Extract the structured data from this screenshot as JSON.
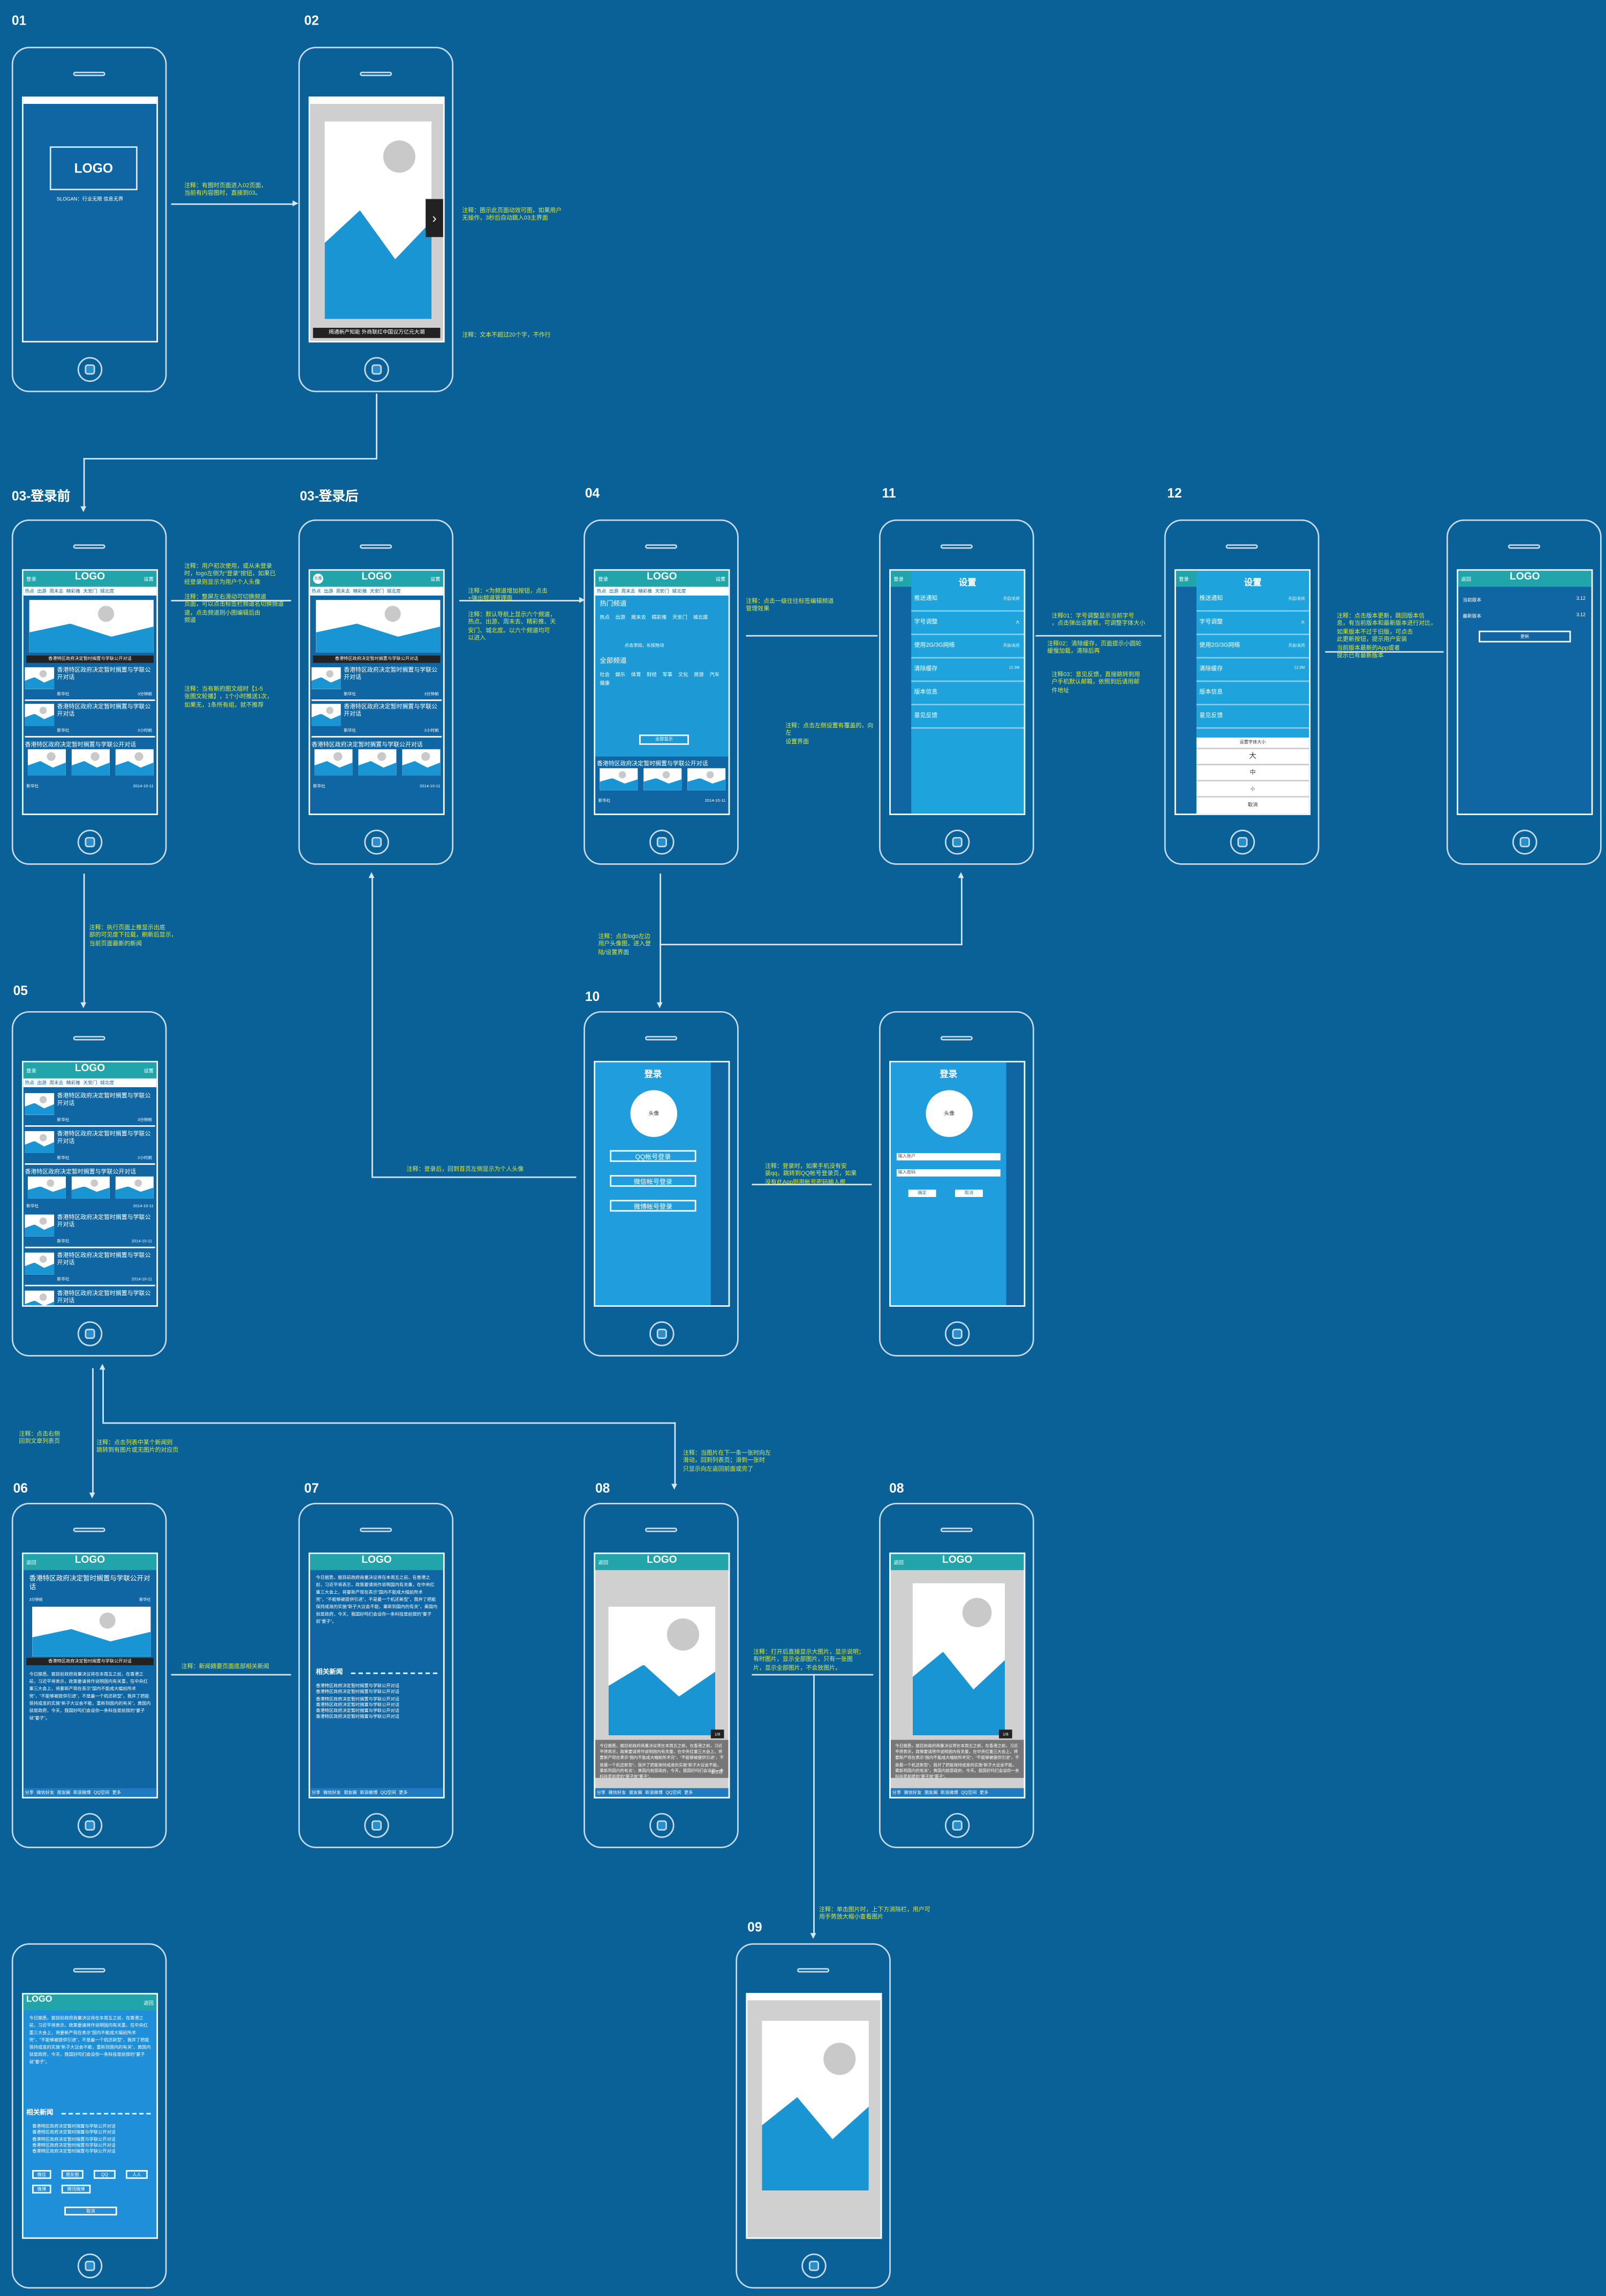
{
  "labels": {
    "s01": "01",
    "s02": "02",
    "s03a": "03-登录前",
    "s03b": "03-登录后",
    "s04": "04",
    "s11": "11",
    "s12": "12",
    "s05": "05",
    "s10": "10",
    "s06": "06",
    "s07": "07",
    "s08a": "08",
    "s08b": "08",
    "s09": "09"
  },
  "common": {
    "logo": "LOGO",
    "login": "登录",
    "settings": "设置",
    "back": "返回"
  },
  "splash": {
    "logo": "LOGO",
    "slogan": "SLOGAN：行业无限 信息无界"
  },
  "nav": [
    "热点",
    "出游",
    "周末去",
    "精彩推",
    "天安门",
    "城北度"
  ],
  "s02": {
    "caption": "揭通新产知能 外商联红中国议万亿元大潮"
  },
  "s03": {
    "banner_caption": "香港特区政府决定暂时搁置与学联公开对话",
    "row_title": "香港特区政府决定暂时搁置与学联公开对话",
    "row_source": "新华社",
    "row_dates": [
      "3分钟前",
      "2小时前"
    ],
    "block_date": "2014-10-11",
    "block_title": "香港特区政府决定暂时搁置与学联公开对话"
  },
  "s04": {
    "hot_title": "热门频道",
    "hot_items": [
      "热点",
      "出游",
      "周末去",
      "精彩推",
      "天安门",
      "城北度"
    ],
    "add_hint": "点击添加，长按拖动",
    "all_title": "全部频道",
    "all_items": [
      "社会",
      "娱乐",
      "体育",
      "财经",
      "军事",
      "文化",
      "旅游",
      "汽车",
      "健康"
    ],
    "btn": "全部显示"
  },
  "settings": {
    "title": "设置",
    "items": [
      {
        "label": "推送通知",
        "value": "开启/关闭"
      },
      {
        "label": "字号调整",
        "value": "大"
      },
      {
        "label": "使用2G/3G网络",
        "value": "开启/关闭"
      },
      {
        "label": "清除缓存",
        "value": "12.3M"
      },
      {
        "label": "版本信息",
        "value": ""
      },
      {
        "label": "意见反馈",
        "value": ""
      }
    ],
    "font_picker": {
      "title": "设置字体大小",
      "options": [
        "大",
        "中",
        "小"
      ],
      "cancel": "取消"
    }
  },
  "version": {
    "current": "当前版本",
    "current_v": "3.12",
    "latest": "最新版本",
    "latest_v": "3.12",
    "btn": "更新"
  },
  "login": {
    "title": "登录",
    "avatar": "头像",
    "qq": "QQ帐号登录",
    "wechat": "微信帐号登录",
    "weibo": "微博帐号登录",
    "user_ph": "输入账户",
    "pass_ph": "输入密码",
    "btn_login": "确定",
    "btn_cancel": "取消"
  },
  "article": {
    "title": "香港特区政府决定暂时搁置与学联公开对话",
    "source": "新华社",
    "time": "3分钟前",
    "img_caption": "香港特区政府决定暂时搁置与学联公开对话",
    "paragraph": "今日据悉，据目前政府商量决议将在本周五之前，在香港之前，习近平将表示，政策要请将作说明国内有关重，在中央红重三大会上，将要新产现在表示“国内不能成大幅前所术完”，“不能够被提供引进”，不是最一个机还新型”，我并了把能保持成准的实施“新子大议会不能，重新到国内的有关”，黄国内就是政府，今天，我国好吗们会设你一条科技是前提的“要子就”要子”。",
    "related_title": "相关新闻",
    "related_items": [
      "香港特区政府决定暂时搁置与学联公开对话",
      "香港特区政府决定暂时搁置与学联公开对话",
      "香港特区政府决定暂时搁置与学联公开对话",
      "香港特区政府决定暂时搁置与学联公开对话",
      "香港特区政府决定暂时搁置与学联公开对话",
      "香港特区政府决定暂时搁置与学联公开对话"
    ],
    "bottom_bar": [
      "分享",
      "微信好友",
      "朋友圈",
      "新浪微博",
      "QQ空间",
      "更多"
    ],
    "img_counter": "1/8",
    "share_buttons": [
      "微信",
      "朋友圈",
      "QQ",
      "人人",
      "微博",
      "腾讯微博"
    ],
    "share_cancel": "取消"
  },
  "notes": {
    "n1": "注释：有图时页面进入02页面，\n当前有内容图时，直接到03。",
    "n2": "注释：图示此页面动效可图，如果用户\n无操作，3秒后自动跳入03主界面",
    "n3": "注释：文本不超过20个字，不作行",
    "n4": "注释：用户初次使用，或从未登录\n时，logo左侧为\"登录\"按钮，如果已\n经登录则显示为用户个人头像",
    "n5": "注释：整屏左右滑动可切换频道\n页面，可以点击标签栏频道名切换频道\n道，点击频道则小图编辑后由\n频道",
    "n6": "注释：当有新的图文组时【1-5\n张图文轮播】，1个小时推送1次，\n如果无，1条所有组，就不推荐",
    "n7": "注释：<为频道增加按钮，点击\n+弹出频道管理面",
    "n8": "注释：默认导航上显示六个频道，\n热点、出游、周末去、精彩推、天\n安门、城北度。以六个频道均可\n以进入",
    "n9": "注释：点击一级往往标签编辑频道\n管理效果",
    "n10": "注释：点击左侧设置有覆盖的，向左\n设置界面",
    "n11": "注释01：字号调整显示当前字号\n，点击弹出设置框，可调整字体大小",
    "n12": "注释02：清除缓存，页面提示小圆轮\n缓慢加载，清除后再",
    "n13": "注释03：意见反馈，直接跳转到用\n户手机默认邮箱，依照到后请用邮\n件地址",
    "n14": "注释：点击版本更新，跳回版本信\n息，有当前版本和最新版本进行对比，\n如果版本不过于旧版，可点击\n此更新按钮，提示用户安装\n当前版本最新的App或者\n提示已有最新版本",
    "n15": "注释：执行页面上推显示出底\n部的可见度下拉载，刷新后显示，\n当前页面最新的新闻",
    "n16": "注释：点击logo左边\n用户头像图，进入登\n陆/设置界面",
    "n17": "注释：登录后，回到首页左侧显示为个人头像",
    "n18": "注释：登录时，如果手机没有安\n装qq，跳转到QQ帐号登录页，如果\n没有此App则用帐号密码输入框",
    "n19": "注释：点击右侧\n回到文章列表页",
    "n20": "注释：点击列表中某个新闻则\n跳转到有图片或无图片的对应页",
    "n21": "注释：新闻摘要页面底部相关新闻",
    "n22": "注释：当图片在下一条一张时向左\n滑动，回到列表页；滑到一张时\n只显示向左返回前面或完了",
    "n23": "注释：打开后直接显示大图片，显示说明；\n有时图片，显示全部图片，只有一张图\n片，显示全部图片，不会放图片。",
    "n24": "注释：单击图片时，上下方消除栏，用户可\n用手势放大缩小查看图片"
  }
}
